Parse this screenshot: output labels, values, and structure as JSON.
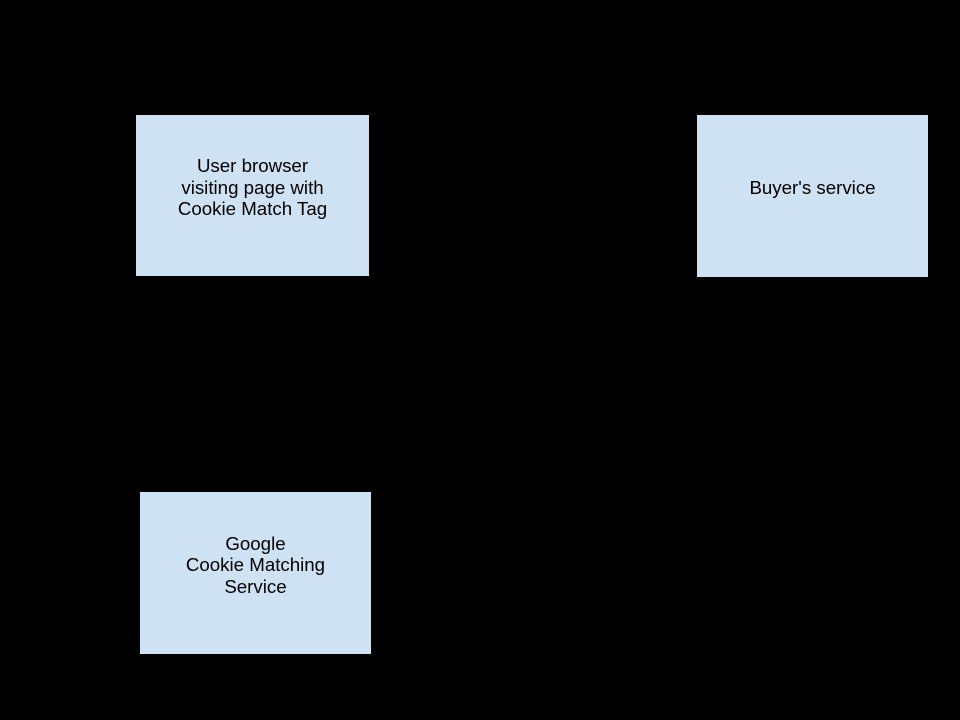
{
  "diagram": {
    "colors": {
      "background": "#000000",
      "node_fill": "#cfe2f3",
      "node_text": "#000000"
    },
    "nodes": [
      {
        "id": "user-browser",
        "lines": [
          "User browser",
          "visiting page with",
          "Cookie Match Tag"
        ]
      },
      {
        "id": "buyers-service",
        "lines": [
          "Buyer's service"
        ]
      },
      {
        "id": "google-cookie-matching-service",
        "lines": [
          "Google",
          "Cookie Matching",
          "Service"
        ]
      }
    ]
  }
}
